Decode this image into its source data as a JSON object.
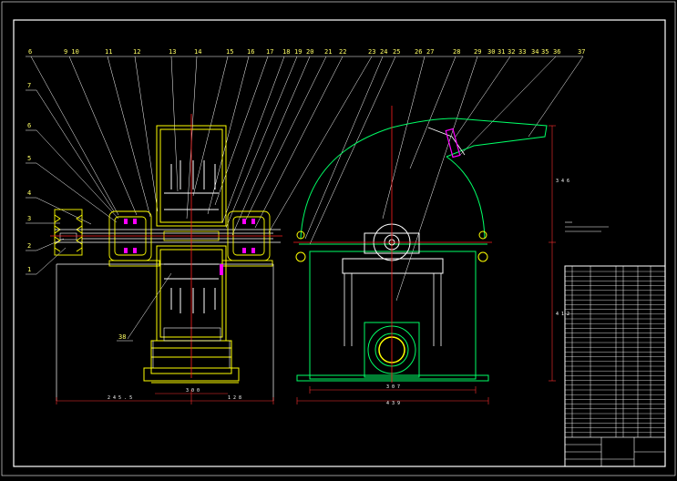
{
  "drawing": {
    "callouts_top": [
      "6",
      "9",
      "10",
      "11",
      "12",
      "13",
      "14",
      "15",
      "16",
      "17",
      "18",
      "19",
      "20",
      "21",
      "22",
      "23",
      "24",
      "25",
      "26",
      "27",
      "28",
      "29",
      "30",
      "31",
      "32",
      "33",
      "34",
      "35",
      "36",
      "37"
    ],
    "callouts_left": [
      "7",
      "6",
      "5",
      "4",
      "3",
      "2",
      "1"
    ],
    "callout_bottom": "38",
    "dims": {
      "left_overall": "2 4 5 . 5",
      "left_center": "3 0 0",
      "left_right": "1 2 8",
      "right_width_inner": "3 0 7",
      "right_width_outer": "4 3 9",
      "right_height_upper": "3 4 6",
      "right_height_lower": "4 1 2"
    },
    "colors": {
      "frame": "#ffffff",
      "outline": "#ffffff",
      "part": "#ffff00",
      "leader": "#ffffff",
      "center": "#ff2020",
      "housing": "#00ff66",
      "hatch": "#ff00ff",
      "dim": "#ff3030"
    }
  }
}
